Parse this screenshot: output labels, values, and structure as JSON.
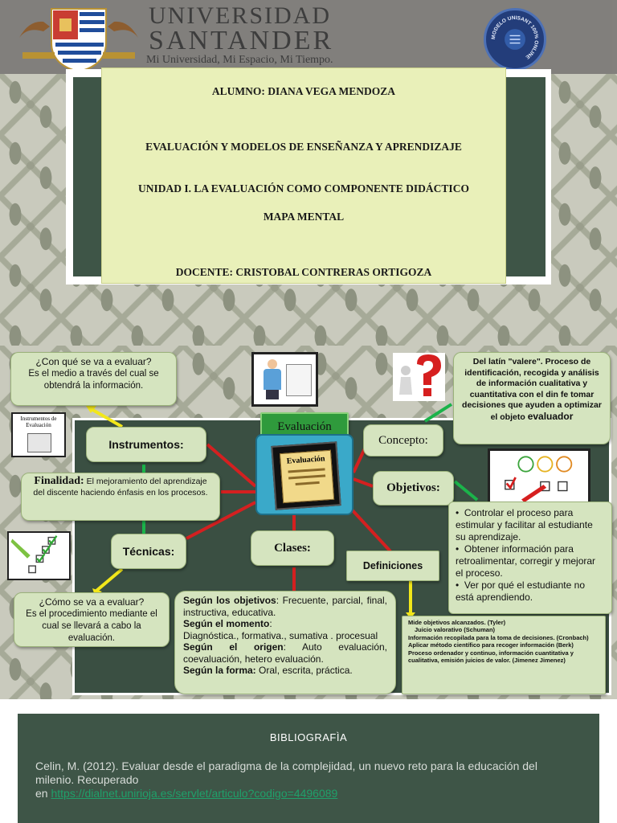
{
  "header": {
    "university_top": "UNIVERSIDAD",
    "university_bottom": "SANTANDER",
    "slogan": "Mi Universidad, Mi Espacio, Mi Tiempo.",
    "seal_text": "MODELO UNISANT 100% ONLINE"
  },
  "title_card": {
    "student": "ALUMNO: DIANA VEGA MENDOZA",
    "subject": "EVALUACIÓN Y MODELOS DE ENSEÑANZA Y APRENDIZAJE",
    "unit": "UNIDAD I. LA EVALUACIÓN COMO COMPONENTE DIDÁCTICO",
    "type": "MAPA MENTAL",
    "teacher": "DOCENTE: CRISTOBAL CONTRERAS ORTIGOZA"
  },
  "mind_map": {
    "center_title": "Evaluación",
    "center_image_label": "Evaluación",
    "instruments_question": "¿Con qué se va a evaluar?",
    "instruments_answer": "Es el medio a través del cual se obtendrá la información.",
    "instruments_image_label": "Instrumentos de Evaluación",
    "instruments": "Instrumentos:",
    "purpose_title": "Finalidad:",
    "purpose_text": "El mejoramiento del aprendizaje del discente haciendo énfasis  en los procesos.",
    "techniques": "Técnicas:",
    "techniques_question": "¿Cómo se va a evaluar?",
    "techniques_answer": "Es el procedimiento mediante el cual se llevará a cabo la evaluación.",
    "concept": "Concepto:",
    "concept_text": "Del latín \"valere\". Proceso de identificación, recogida y análisis de información cualitativa y cuantitativa con el din fe  tomar decisiones que ayuden a optimizar el objeto",
    "concept_text_end": "evaluador",
    "objectives": "Objetivos:",
    "objectives_items": [
      "Controlar el proceso para estimular y facilitar al estudiante su aprendizaje.",
      "Obtener información para retroalimentar, corregir y mejorar el proceso.",
      "Ver por qué el estudiante no está aprendiendo."
    ],
    "classes": "Clases:",
    "classes_items": [
      {
        "label": "Según  los  objetivos",
        "text": ": Frecuente, parcial, final, instructiva, educativa."
      },
      {
        "label": "Según el momento",
        "text": ":"
      },
      {
        "label": "",
        "text": "Diagnóstica.,        formativa.,        sumativa        .  procesual"
      },
      {
        "label": "Según    el    origen",
        "text": ":   Auto   evaluación, coevaluación, hetero evaluación."
      },
      {
        "label": "Según la forma:",
        "text": " Oral, escrita, práctica."
      }
    ],
    "definitions": "Definiciones",
    "definitions_items": [
      "Mide  objetivos  alcanzados. (Tyler)",
      "Juicio  valorativo (Schuman)",
      "Información recopilada para la toma de decisiones. (Cronbach)",
      "Aplicar método científico para recoger información (Berk)",
      "Proceso ordenador  y  continuo,  información cuantitativa y cualitativa,  emisión juicios de valor. (Jimenez Jimenez)"
    ]
  },
  "bibliography": {
    "title": "BIBLIOGRAFÌA",
    "reference": "Celin, M. (2012). Evaluar desde el paradigma de la complejidad, un nuevo reto para la educación del milenio. Recuperado",
    "prefix": "en ",
    "link": "https://dialnet.unirioja.es/servlet/articulo?codigo=4496089"
  }
}
